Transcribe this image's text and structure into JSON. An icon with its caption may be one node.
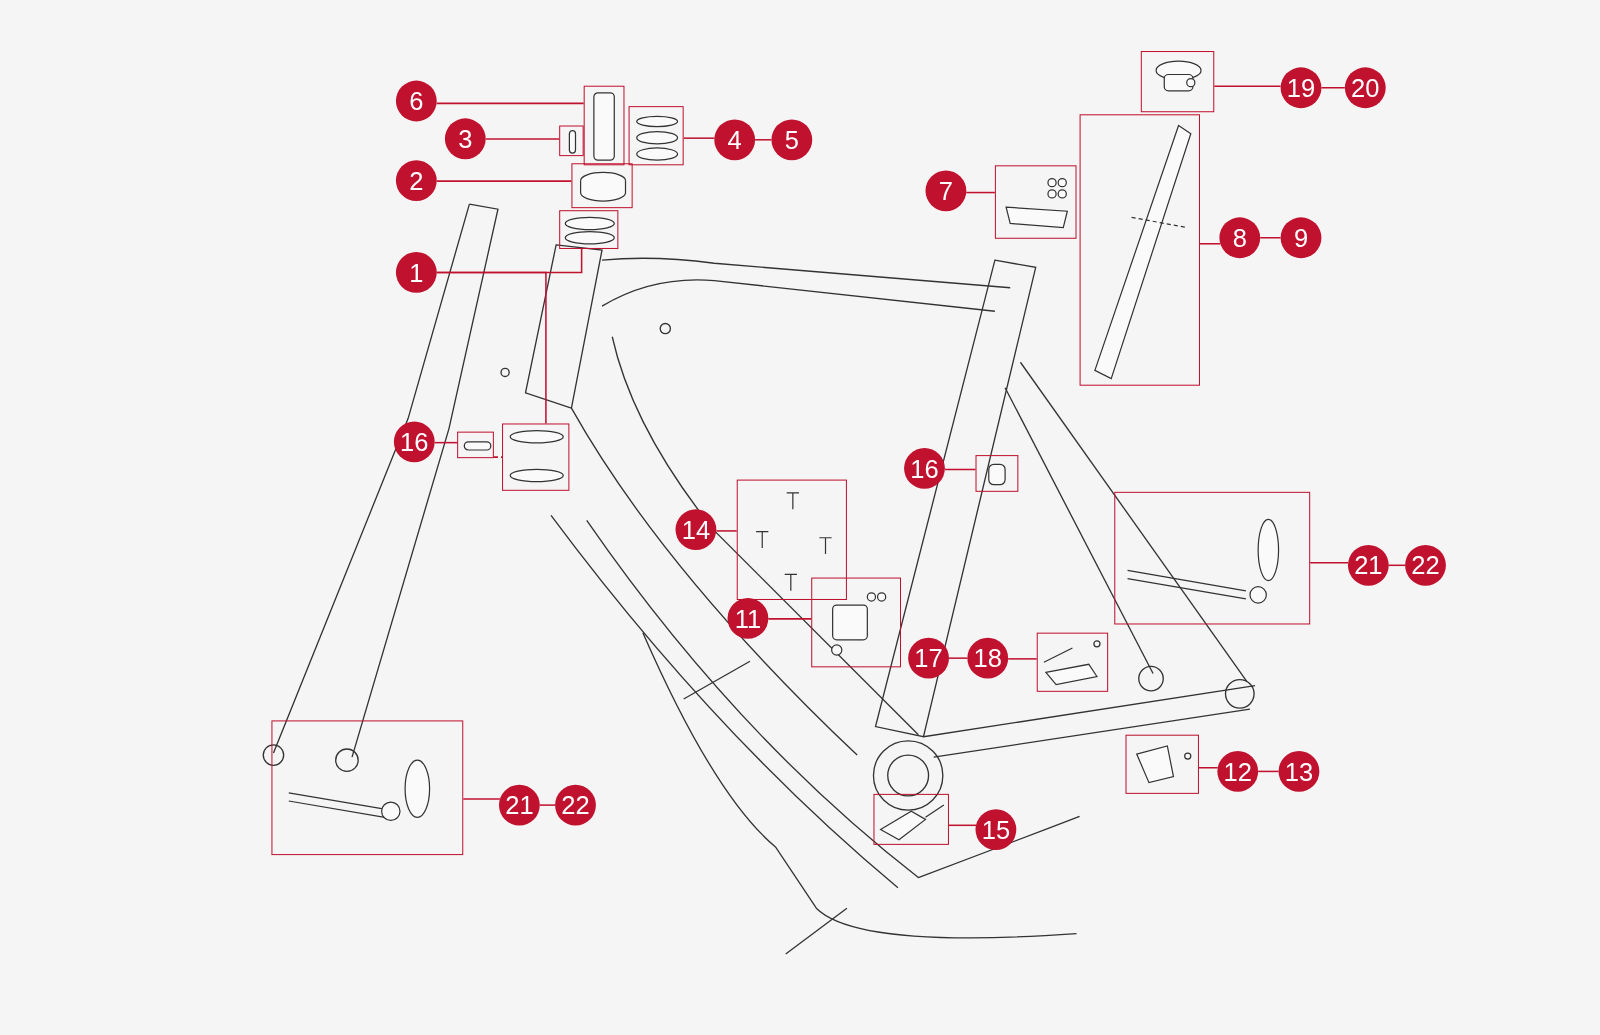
{
  "diagram": {
    "nodes": [
      {
        "text": [
          "19"
        ]
      },
      {
        "text": [
          "20"
        ]
      },
      {
        "text": [
          "6"
        ]
      },
      {
        "text": [
          "4"
        ]
      },
      {
        "text": [
          "5"
        ]
      },
      {
        "text": [
          "3"
        ]
      },
      {
        "text": [
          "2"
        ]
      },
      {
        "text": [
          "7"
        ]
      },
      {
        "text": [
          "8"
        ]
      },
      {
        "text": [
          "9"
        ]
      },
      {
        "text": [
          "1"
        ]
      },
      {
        "text": [
          "16"
        ]
      },
      {
        "text": [
          "16"
        ]
      },
      {
        "text": [
          "14"
        ]
      },
      {
        "text": [
          "21"
        ]
      },
      {
        "text": [
          "22"
        ]
      },
      {
        "text": [
          "11"
        ]
      },
      {
        "text": [
          "17"
        ]
      },
      {
        "text": [
          "18"
        ]
      },
      {
        "text": [
          "12"
        ]
      },
      {
        "text": [
          "13"
        ]
      },
      {
        "text": [
          "21"
        ]
      },
      {
        "text": [
          "22"
        ]
      },
      {
        "text": [
          "15"
        ]
      },
      {
        "text": [],
        "shape": "box"
      },
      {
        "text": [],
        "shape": "box"
      },
      {
        "text": [],
        "shape": "box"
      },
      {
        "text": [],
        "shape": "box"
      },
      {
        "text": [],
        "shape": "box"
      },
      {
        "text": [],
        "shape": "box"
      },
      {
        "text": [],
        "shape": "box"
      },
      {
        "text": [],
        "shape": "box"
      },
      {
        "text": [],
        "shape": "box"
      },
      {
        "text": [],
        "shape": "box"
      },
      {
        "text": [],
        "shape": "box"
      },
      {
        "text": [],
        "shape": "box"
      },
      {
        "text": [],
        "shape": "box"
      },
      {
        "text": [],
        "shape": "box"
      },
      {
        "text": [],
        "shape": "box"
      },
      {
        "text": [],
        "shape": "box"
      },
      {
        "text": [],
        "shape": "box"
      },
      {
        "text": [],
        "shape": "box"
      }
    ],
    "edges": [
      {
        "from": 0,
        "to": 1,
        "arrow": "none"
      },
      {
        "from": 0,
        "to": 24,
        "arrow": "none"
      },
      {
        "from": 2,
        "to": 25,
        "arrow": "none"
      },
      {
        "from": 3,
        "to": 4,
        "arrow": "none"
      },
      {
        "from": 3,
        "to": 26,
        "arrow": "none"
      },
      {
        "from": 5,
        "to": 27,
        "arrow": "none"
      },
      {
        "from": 6,
        "to": 28,
        "arrow": "none"
      },
      {
        "from": 7,
        "to": 31,
        "arrow": "none"
      },
      {
        "from": 8,
        "to": 9,
        "arrow": "none"
      },
      {
        "from": 8,
        "to": 30,
        "arrow": "none"
      },
      {
        "from": 10,
        "to": 29,
        "arrow": "none"
      },
      {
        "from": 10,
        "to": 32,
        "arrow": "none"
      },
      {
        "from": 11,
        "to": 33,
        "arrow": "none"
      },
      {
        "from": 33,
        "to": 32,
        "arrow": "none",
        "style": "dashed"
      },
      {
        "from": 12,
        "to": 35,
        "arrow": "none"
      },
      {
        "from": 13,
        "to": 34,
        "arrow": "none"
      },
      {
        "from": 14,
        "to": 15,
        "arrow": "none"
      },
      {
        "from": 14,
        "to": 36,
        "arrow": "none"
      },
      {
        "from": 16,
        "to": 37,
        "arrow": "none"
      },
      {
        "from": 17,
        "to": 18,
        "arrow": "none"
      },
      {
        "from": 18,
        "to": 38,
        "arrow": "none"
      },
      {
        "from": 19,
        "to": 20,
        "arrow": "none"
      },
      {
        "from": 19,
        "to": 39,
        "arrow": "none"
      },
      {
        "from": 21,
        "to": 22,
        "arrow": "none"
      },
      {
        "from": 21,
        "to": 41,
        "arrow": "none"
      },
      {
        "from": 23,
        "to": 40,
        "arrow": "none"
      }
    ]
  }
}
